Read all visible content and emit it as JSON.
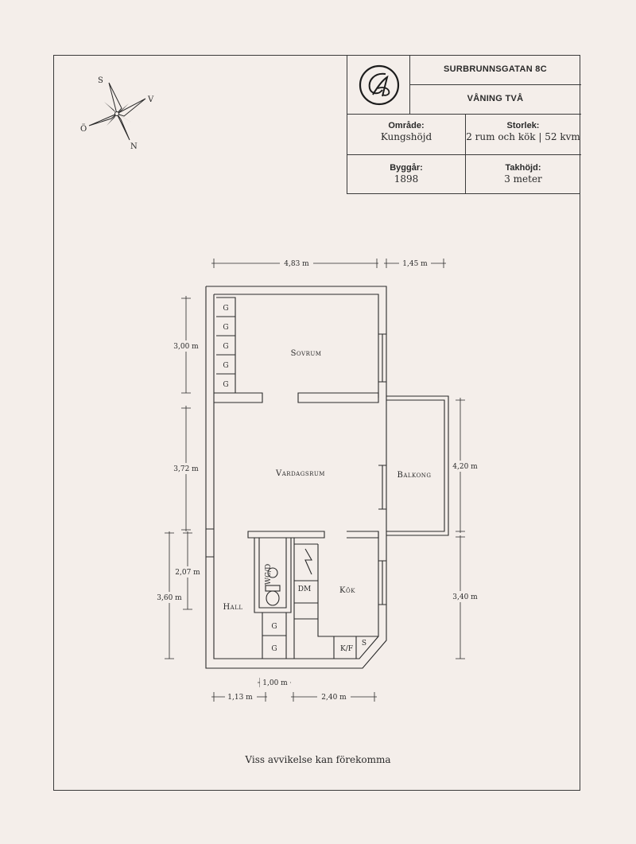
{
  "header": {
    "address": "SURBRUNNSGATAN 8C",
    "floor": "VÅNING TVÅ"
  },
  "info": {
    "area_label": "Område:",
    "area_value": "Kungshöjd",
    "size_label": "Storlek:",
    "size_value": "2 rum och kök | 52 kvm",
    "built_label": "Byggår:",
    "built_value": "1898",
    "ceiling_label": "Takhöjd:",
    "ceiling_value": "3 meter"
  },
  "compass": {
    "s": "S",
    "v": "V",
    "o": "Ö",
    "n": "N"
  },
  "rooms": {
    "sovrum": "Sovrum",
    "vardagsrum": "Vardagsrum",
    "balkong": "Balkong",
    "kok": "Kök",
    "hall": "Hall",
    "wc": "WC/D",
    "dm": "DM",
    "kf": "K/F",
    "s": "S",
    "closet": "G"
  },
  "dimensions": {
    "top_width": "4,83 m",
    "balcony_width": "1,45 m",
    "bedroom_height": "3,00 m",
    "living_height": "3,72 m",
    "balcony_height": "4,20 m",
    "bath_height": "2,07 m",
    "hall_height": "3,60 m",
    "kitchen_height": "3,40 m",
    "door_width": "1,00 m",
    "hall_width": "1,13 m",
    "kitchen_width": "2,40 m"
  },
  "footer": {
    "disclaimer": "Viss avvikelse kan förekomma"
  },
  "colors": {
    "background": "#f4eeea",
    "ink": "#2a2a2a"
  }
}
